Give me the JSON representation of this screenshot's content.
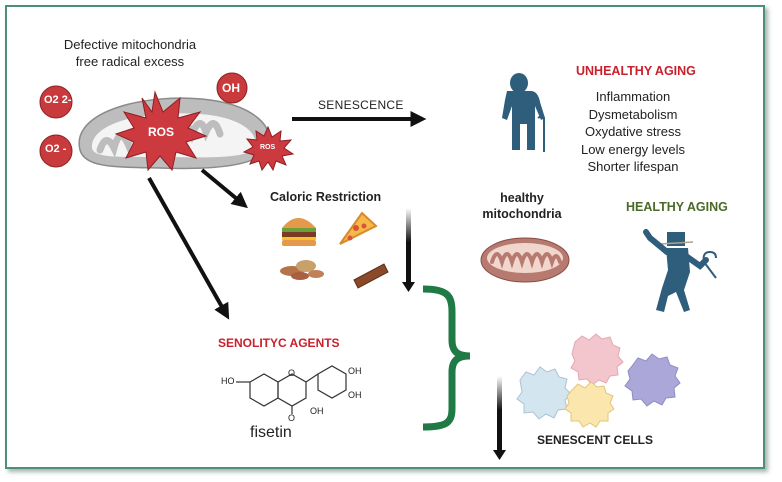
{
  "title": {
    "line1": "Defective mitochondria",
    "line2": "free radical excess"
  },
  "radicals": {
    "superoxide_dianion": "O2 2-",
    "superoxide": "O2 -",
    "hydroxyl": "OH",
    "ros_main": "ROS",
    "ros_small": "ROS"
  },
  "senescence_label": "SENESCENCE",
  "unhealthy": {
    "title": "UNHEALTHY AGING",
    "items": [
      "Inflammation",
      "Dysmetabolism",
      "Oxydative stress",
      "Low energy levels",
      "Shorter lifespan"
    ]
  },
  "caloric_restriction": "Caloric Restriction",
  "healthy_mito": {
    "line1": "healthy",
    "line2": "mitochondria"
  },
  "healthy_aging": "HEALTHY AGING",
  "senolytic_agents": "SENOLITYC AGENTS",
  "molecule": {
    "name": "fisetin",
    "groups": [
      "HO",
      "OH",
      "OH",
      "OH",
      "O",
      "O"
    ]
  },
  "senescent_cells": "SENESCENT CELLS",
  "colors": {
    "frame": "#4e8f7c",
    "red": "#c8202c",
    "green_brace": "#1f7a45",
    "figure_blue": "#2f5d7c",
    "healthy_green": "#4a6a2a"
  }
}
